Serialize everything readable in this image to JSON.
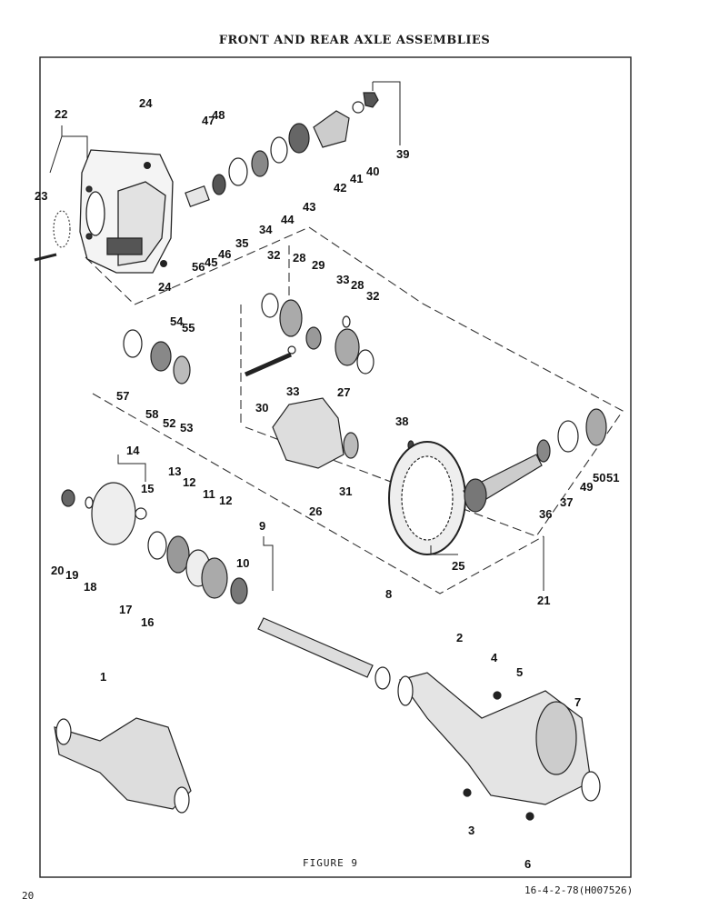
{
  "page": {
    "title": "FRONT AND REAR AXLE ASSEMBLIES",
    "figure_caption": "FIGURE 9",
    "page_number": "20",
    "document_ref": "16-4-2-78(H007526)"
  },
  "callouts": [
    "1",
    "2",
    "3",
    "4",
    "5",
    "6",
    "7",
    "8",
    "9",
    "10",
    "11",
    "12",
    "12",
    "13",
    "14",
    "15",
    "16",
    "17",
    "18",
    "19",
    "20",
    "21",
    "22",
    "23",
    "24",
    "24",
    "25",
    "26",
    "27",
    "28",
    "28",
    "29",
    "30",
    "31",
    "32",
    "32",
    "33",
    "33",
    "34",
    "35",
    "36",
    "37",
    "38",
    "39",
    "40",
    "41",
    "42",
    "43",
    "44",
    "45",
    "46",
    "47",
    "48",
    "49",
    "50",
    "51",
    "52",
    "53",
    "54",
    "55",
    "56",
    "57",
    "58"
  ]
}
